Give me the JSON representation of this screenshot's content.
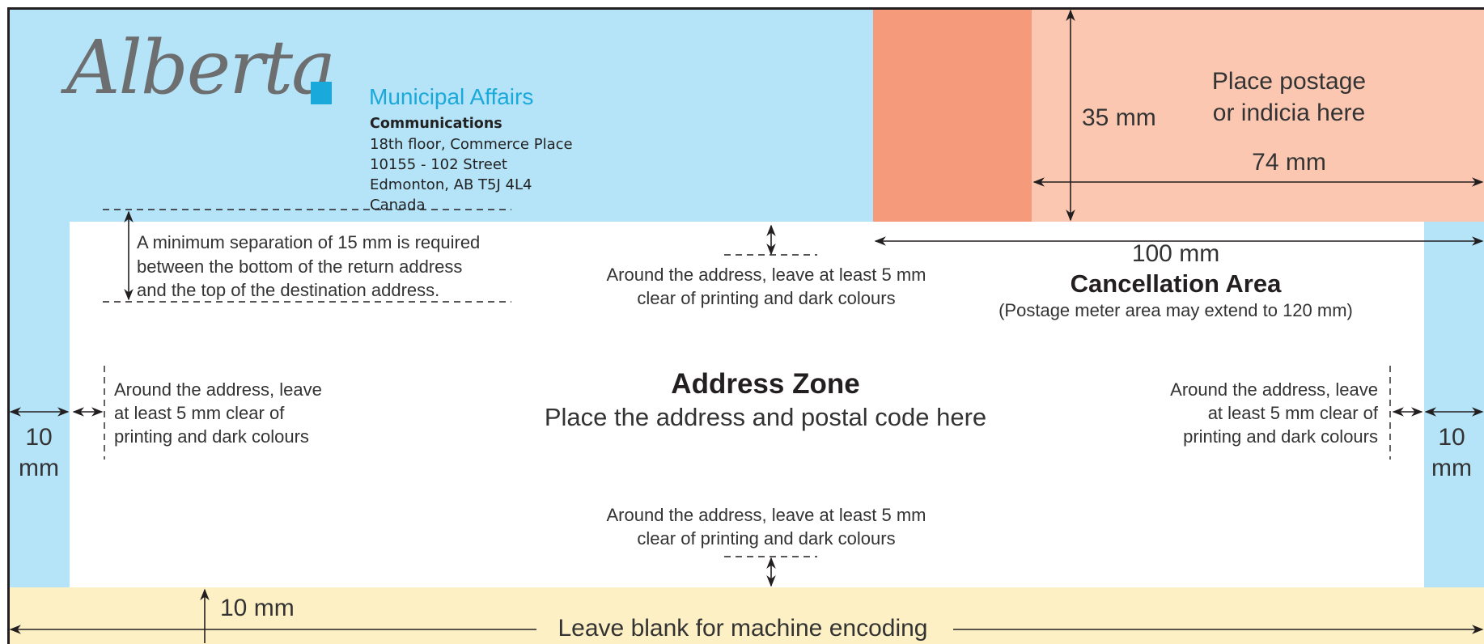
{
  "colors": {
    "light_blue": "#b5e3f7",
    "postage_dark": "#f59a7b",
    "postage_light": "#fbc7b1",
    "encoding_band": "#fdf0c4",
    "brand_cyan": "#1aa9db",
    "border": "#231f20"
  },
  "logo": {
    "wordmark": "Alberta",
    "icon": "alberta-square-icon"
  },
  "return_address": {
    "ministry": "Municipal Affairs",
    "department": "Communications",
    "line1": "18th floor, Commerce Place",
    "line2": "10155 - 102 Street",
    "line3": "Edmonton, AB  T5J 4L4",
    "line4": "Canada"
  },
  "postage": {
    "line1": "Place postage",
    "line2": "or indicia here",
    "height": "35 mm",
    "width": "74 mm"
  },
  "cancellation": {
    "width": "100 mm",
    "title": "Cancellation Area",
    "note": "(Postage meter area may extend to 120 mm)"
  },
  "separation": {
    "line1": "A minimum separation of 15 mm is required",
    "line2": "between the bottom of the return address",
    "line3": "and the top of the destination address."
  },
  "clear_top": {
    "line1": "Around the address, leave at least 5 mm",
    "line2": "clear of printing and dark colours"
  },
  "clear_bottom": {
    "line1": "Around the address, leave at least 5 mm",
    "line2": "clear of printing and dark colours"
  },
  "clear_left": {
    "line1": "Around the address, leave",
    "line2": "at least 5 mm clear of",
    "line3": "printing and dark colours"
  },
  "clear_right": {
    "line1": "Around the address, leave",
    "line2": "at least 5 mm clear of",
    "line3": "printing and dark colours"
  },
  "address_zone": {
    "title": "Address Zone",
    "subtitle": "Place the address and postal code here"
  },
  "margin_left": {
    "value": "10",
    "unit": "mm"
  },
  "margin_right": {
    "value": "10",
    "unit": "mm"
  },
  "bottom_band": {
    "height": "10 mm",
    "label": "Leave blank for machine encoding"
  }
}
